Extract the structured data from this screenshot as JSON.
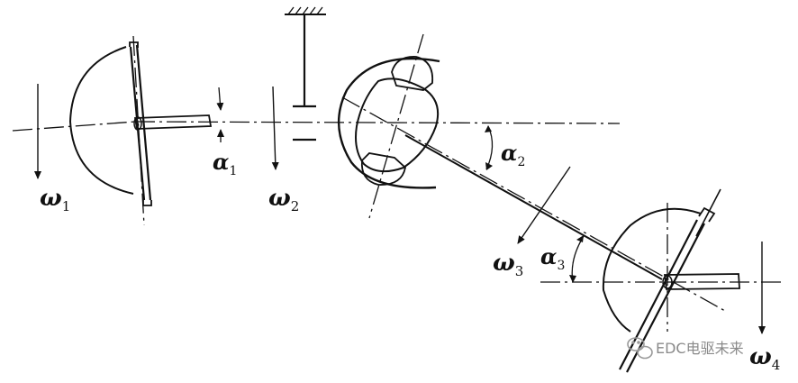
{
  "labels": {
    "omega1": {
      "sym": "ω",
      "sub": "1"
    },
    "omega2": {
      "sym": "ω",
      "sub": "2"
    },
    "omega3": {
      "sym": "ω",
      "sub": "3"
    },
    "omega4": {
      "sym": "ω",
      "sub": "4"
    },
    "alpha1": {
      "sym": "α",
      "sub": "1"
    },
    "alpha2": {
      "sym": "α",
      "sub": "2"
    },
    "alpha3": {
      "sym": "α",
      "sub": "3"
    }
  },
  "watermark": {
    "text": "EDC电驱未来",
    "icon": "wechat-icon"
  }
}
